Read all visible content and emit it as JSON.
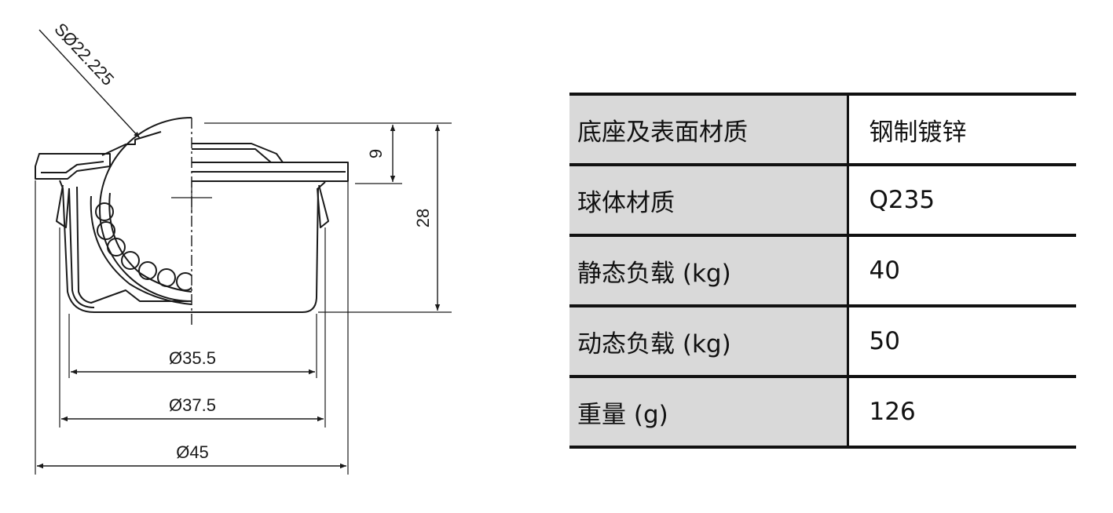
{
  "drawing": {
    "dimensions": {
      "sphere_dia": "SØ22.225",
      "height_top": "9",
      "height_total": "28",
      "dia_inner": "Ø35.5",
      "dia_mid": "Ø37.5",
      "dia_outer": "Ø45"
    }
  },
  "table": {
    "rows": [
      {
        "label": "底座及表面材质",
        "value": "钢制镀锌"
      },
      {
        "label": "球体材质",
        "value": "Q235"
      },
      {
        "label": "静态负载 (kg)",
        "value": "40"
      },
      {
        "label": "动态负载 (kg)",
        "value": "50"
      },
      {
        "label": "重量 (g)",
        "value": "126"
      }
    ]
  }
}
